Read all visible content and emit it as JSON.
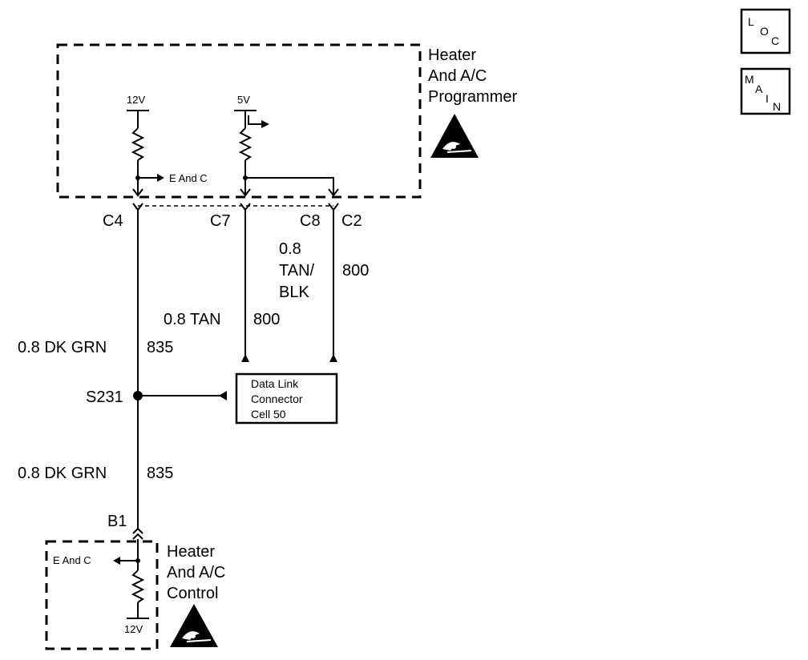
{
  "programmer": {
    "title_lines": [
      "Heater",
      "And A/C",
      "Programmer"
    ],
    "supply_12v": "12V",
    "supply_5v": "5V",
    "e_and_c": "E And C"
  },
  "connectors": {
    "c4": "C4",
    "c7": "C7",
    "c8": "C8",
    "c2": "C2",
    "b1": "B1"
  },
  "wires": {
    "dk_grn_upper": {
      "gauge_color": "0.8 DK GRN",
      "circuit": "835"
    },
    "tan": {
      "gauge_color": "0.8 TAN",
      "circuit": "800"
    },
    "tan_blk": {
      "gauge_lines": [
        "0.8",
        "TAN/",
        "BLK"
      ],
      "circuit": "800"
    },
    "dk_grn_lower": {
      "gauge_color": "0.8 DK GRN",
      "circuit": "835"
    }
  },
  "splice": "S231",
  "data_link": {
    "lines": [
      "Data Link",
      "Connector",
      "Cell 50"
    ]
  },
  "control": {
    "title_lines": [
      "Heater",
      "And A/C",
      "Control"
    ],
    "e_and_c": "E And C",
    "supply_12v": "12V"
  },
  "nav": {
    "loc_letters": [
      "L",
      "O",
      "C"
    ],
    "main_letters": [
      "M",
      "A",
      "I",
      "N"
    ]
  }
}
